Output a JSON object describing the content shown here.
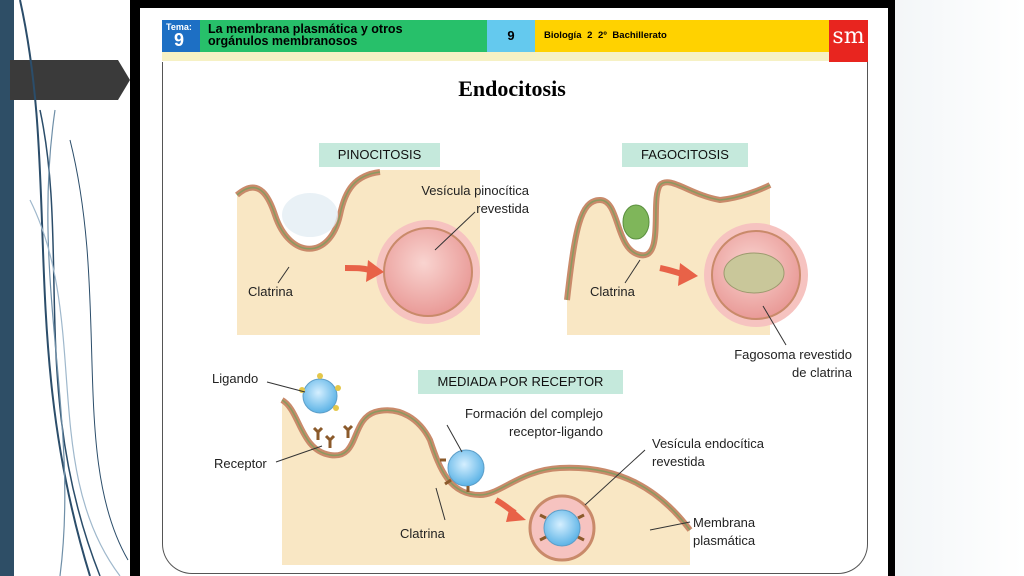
{
  "header": {
    "tema_label": "Tema:",
    "tema_number": "9",
    "unit_title_line1": "La membrana plasmática y otros",
    "unit_title_line2": "orgánulos membranosos",
    "page_number": "9",
    "course": "Biología 2   2º Bachillerato",
    "publisher_logo": "sm"
  },
  "title": "Endocitosis",
  "sections": {
    "pinocitosis": "PINOCITOSIS",
    "fagocitosis": "FAGOCITOSIS",
    "receptor": "MEDIADA POR RECEPTOR"
  },
  "labels": {
    "vesicula_pinocitica_1": "Vesícula pinocítica",
    "vesicula_pinocitica_2": "revestida",
    "clatrina_pino": "Clatrina",
    "clatrina_fago": "Clatrina",
    "fagosoma_1": "Fagosoma revestido",
    "fagosoma_2": "de clatrina",
    "ligando": "Ligando",
    "receptor": "Receptor",
    "formacion_1": "Formación del complejo",
    "formacion_2": "receptor-ligando",
    "vesicula_endocitica_1": "Vesícula endocítica",
    "vesicula_endocitica_2": "revestida",
    "clatrina_receptor": "Clatrina",
    "membrana_1": "Membrana",
    "membrana_2": "plasmática"
  },
  "colors": {
    "cytoplasm": "#f9e7c4",
    "membrane": "#c98a6a",
    "vesicle": "#f3b1b0",
    "ligand": "#8fd0f1",
    "phagosome_particle": "#c9c79a",
    "arrow": "#e86248",
    "label_bg": "#c5e9dc"
  },
  "icons": {
    "arrow": "right-arrow-icon"
  }
}
